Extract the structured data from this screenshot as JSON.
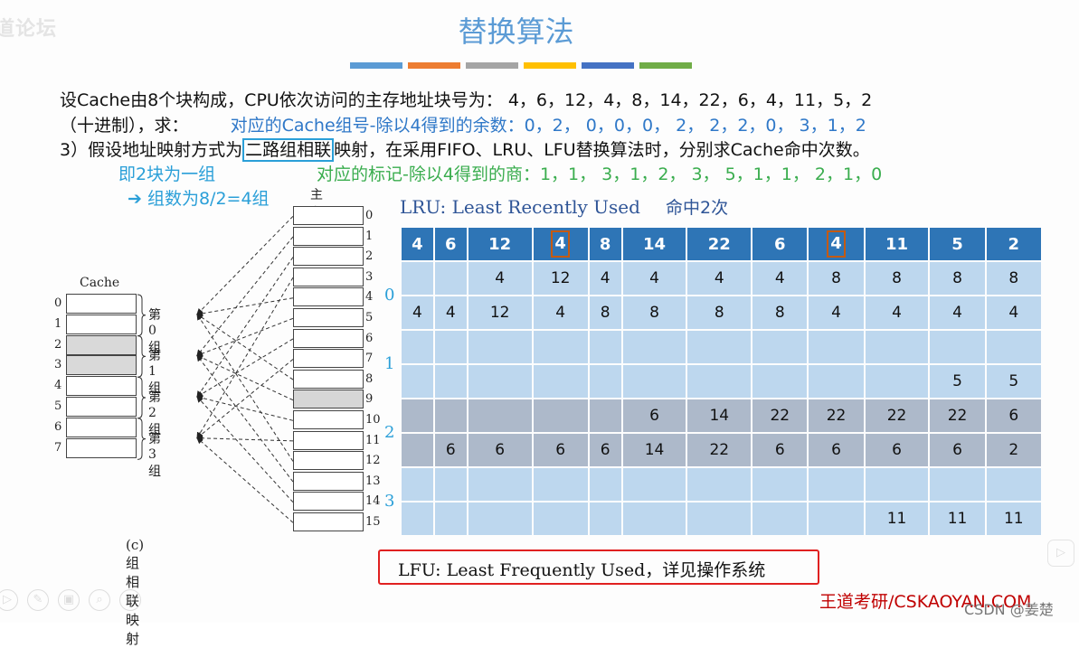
{
  "watermark_top_left": "道论坛",
  "title": "替换算法",
  "color_bar": [
    "#5b9bd5",
    "#ed7d31",
    "#a5a5a5",
    "#ffc000",
    "#4472c4",
    "#70ad47"
  ],
  "problem": {
    "line1": "设Cache由8个块构成，CPU依次访问的主存地址块号为：  4，6，12，4，8，14，22，6，4，11，5，2",
    "line2_prefix": "（十进制），求：",
    "line2_note": "对应的Cache组号-除以4得到的余数：0，2，  0，0，0，  2，  2，2，0，  3，1，2",
    "line3_prefix": "3）假设地址映射方式为",
    "line3_boxed": "二路组相联",
    "line3_suffix": "映射，在采用FIFO、LRU、LFU替换算法时，分别求Cache命中次数。",
    "note_group": "即2块为一组",
    "note_count": "➔ 组数为8/2=4组",
    "note_tag": "对应的标记-除以4得到的商：1，1，  3，1，2，  3，  5，1，1，  2，1，0"
  },
  "diagram": {
    "main_memory_label": "主存",
    "cache_label": "Cache",
    "caption": "(c) 组相联映射",
    "groups": [
      "第0组",
      "第1组",
      "第2组",
      "第3组"
    ],
    "cache_indices": [
      "0",
      "1",
      "2",
      "3",
      "4",
      "5",
      "6",
      "7"
    ],
    "memory_indices": [
      "0",
      "1",
      "2",
      "3",
      "4",
      "5",
      "6",
      "7",
      "8",
      "9",
      "10",
      "11",
      "12",
      "13",
      "14",
      "15"
    ]
  },
  "lru": {
    "title": "LRU:  Least Recently Used",
    "hits": "命中2次",
    "header": [
      "4",
      "6",
      "12",
      "4",
      "8",
      "14",
      "22",
      "6",
      "4",
      "11",
      "5",
      "2"
    ],
    "highlighted_header_columns": [
      3,
      8
    ],
    "set_labels": [
      "0",
      "1",
      "2",
      "3"
    ],
    "rows": [
      [
        "",
        "",
        "4",
        "12",
        "4",
        "4",
        "4",
        "4",
        "8",
        "8",
        "8",
        "8"
      ],
      [
        "4",
        "4",
        "12",
        "4",
        "8",
        "8",
        "8",
        "8",
        "4",
        "4",
        "4",
        "4"
      ],
      [
        "",
        "",
        "",
        "",
        "",
        "",
        "",
        "",
        "",
        "",
        "",
        ""
      ],
      [
        "",
        "",
        "",
        "",
        "",
        "",
        "",
        "",
        "",
        "",
        "5",
        "5"
      ],
      [
        "",
        "",
        "",
        "",
        "",
        "6",
        "14",
        "22",
        "22",
        "22",
        "22",
        "6"
      ],
      [
        "",
        "6",
        "6",
        "6",
        "6",
        "14",
        "22",
        "6",
        "6",
        "6",
        "6",
        "2"
      ],
      [
        "",
        "",
        "",
        "",
        "",
        "",
        "",
        "",
        "",
        "",
        "",
        ""
      ],
      [
        "",
        "",
        "",
        "",
        "",
        "",
        "",
        "",
        "",
        "11",
        "11",
        "11"
      ]
    ]
  },
  "lfu_note": "LFU:  Least Frequently Used，详见操作系统",
  "brand": "王道考研/CSKAOYAN.COM",
  "csdn_watermark": "CSDN @姜楚"
}
